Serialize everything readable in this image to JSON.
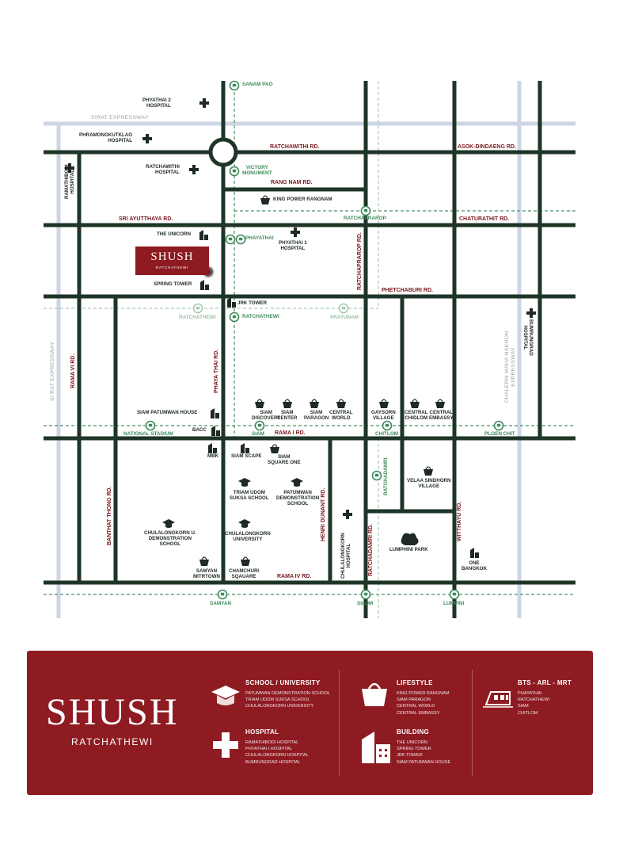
{
  "brand": {
    "name": "SHUSH",
    "subtitle": "RATCHATHEWI"
  },
  "expressways": {
    "sirat_top": "SIRAT EXPRESSWAY",
    "si_rat_left": "SI RAT EXPRESSWAY",
    "chalerm": "CHALERM MAHA NAKHON EXPRESSWAY"
  },
  "roads": {
    "ratchawithi": "RATCHAWITHI RD.",
    "asok_dindaeng": "ASOK-DINDAENG RD.",
    "rang_nam": "RANG NAM RD.",
    "sri_ayutthaya": "SRI AYUTTHAYA RD.",
    "chaturathit": "CHATURATHIT RD.",
    "phetchaburi": "PHETCHABURI RD.",
    "ratchaprarop": "RATCHAPRAROP RD.",
    "phaya_thai": "PHAYA THAI RD.",
    "rama_vi": "RAMA VI RD.",
    "rama_i": "RAMA I RD.",
    "banthat_thong": "BANTHAT THONG RD.",
    "henri_dunant": "HENRI DUNANT RD.",
    "ratchadamri": "RATCHADAMRI RD.",
    "witthayu": "WITTHAYU RD.",
    "rama_iv": "RAMA IV RD."
  },
  "stations": {
    "sanam_pao": "SANAM PAO",
    "victory_monument": "VICTORY\nMONUMENT",
    "ratchaprarop": "RATCHAPRAROP",
    "phayathai": "PHAYATHAI",
    "ratchathewi_arl": "RATCHATHEWI",
    "ratchathewi": "RATCHATHEWI",
    "pratunam": "PRATUNAM",
    "national_stadium": "NATIONAL STADIUM",
    "siam": "SIAM",
    "chitlom": "CHITLOM",
    "ploen_chit": "PLOEN CHIT",
    "ratchadamri": "RATCHADAMRI",
    "samyan": "SAMYAN",
    "silom": "SILOM",
    "lumpini": "LUMPINI"
  },
  "places": {
    "phyathai2": "PHYATHAI 2\nHOSPITAL",
    "phramongkutklao": "PHRAMONGKUTKLAO\nHOSPITAL",
    "ratchawithi_hosp": "RATCHAWITHI\nHOSPITAL",
    "ramathibodi": "RAMATHIBODI\nHOSPITAL",
    "king_power": "KING POWER RANGNAM",
    "the_unicorn": "THE UNICORN",
    "phyathai1": "PHYATHAI 1\nHOSPITAL",
    "spring_tower": "SPRING TOWER",
    "jrk_tower": "JRK TOWER",
    "bumrungrad": "BUMRUNGRAD\nHOSPITAL",
    "siam_discovery": "SIAM\nDISCOVERY",
    "siam_center": "SIAM\nCENTER",
    "siam_paragon": "SIAM\nPARAGON",
    "central_world": "CENTRAL\nWORLD",
    "gaysorn": "GAYSORN\nVILLAGE",
    "central_chidlom": "CENTRAL\nCHIDLOM",
    "central_embassy": "CENTRAL\nEMBASSY",
    "siam_patumwan_house": "SIAM PATUMWAN HOUSE",
    "bacc": "BACC",
    "mbk": "MBK",
    "siam_scape": "SIAM SCAPE",
    "siam_square_one": "SIAM\nSQUARE ONE",
    "triam_udom": "TRIAM UDOM\nSUKSA SCHOOL",
    "patumwan_demo": "PATUMWAN\nDEMONSTRATION\nSCHOOL",
    "velaa": "VELAA SINDHORN\nVILLAGE",
    "chula_demo": "CHULALONGKORN U.\nDEMONSTRATION\nSCHOOL",
    "chula_uni": "CHULALONGKORN\nUNIVERSITY",
    "chula_hosp": "CHULALONGKORN\nHOSPITAL",
    "lumphini_park": "LUMPHINI PARK",
    "one_bangkok": "ONE\nBANGKOK",
    "samyan_mitrtown": "SAMYAN\nMITRTOWN",
    "chamchuri": "CHAMCHURI\nSQAUARE"
  },
  "legend": {
    "school": {
      "title": "SCHOOL / UNIVERSITY",
      "items": [
        "PATUMWAN DEMONSTRATION SCHOOL",
        "TRIAM UDOM SUKSA SCHOOL",
        "CHULALONGKORN UNIVERSITY"
      ]
    },
    "hospital": {
      "title": "HOSPITAL",
      "items": [
        "RAMATHIBODI HOSPITAL",
        "PHYATHAI I HOSPITAL",
        "CHULALONGKORN HOSPITAL",
        "BUMRUNGRAD HOSPITAL"
      ]
    },
    "lifestyle": {
      "title": "LIFESTYLE",
      "items": [
        "KING POWER RANGNAM",
        "SIAM PARAGON",
        "CENTRAL WORLD",
        "CENTRAL EMBASSY"
      ]
    },
    "building": {
      "title": "BUILDING",
      "items": [
        "THE UNICORN",
        "SPRING TOWER",
        "JRK TOWER",
        "SIAM PATUMWAN HOUSE"
      ]
    },
    "transit": {
      "title": "BTS - ARL - MRT",
      "items": [
        "PHAYATHAI",
        "RATCHATHEWI",
        "SIAM",
        "CHITLOM"
      ]
    }
  },
  "colors": {
    "road": "#1e3527",
    "expressway": "#cdd5e4",
    "station": "#3d8a5a",
    "road_label": "#7a1a1f",
    "brand": "#8e1b22"
  }
}
